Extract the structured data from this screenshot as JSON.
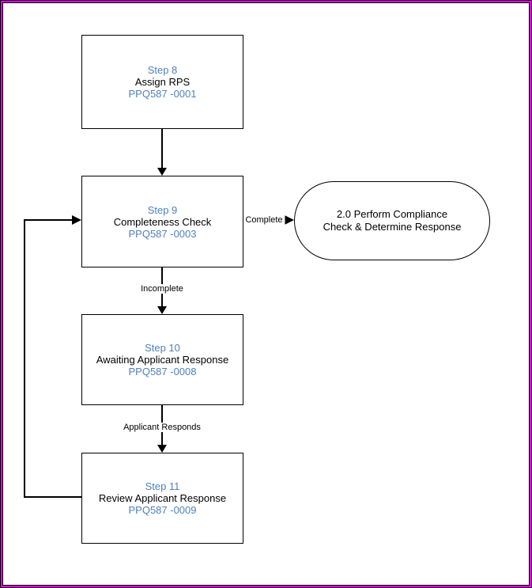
{
  "page": {
    "background": "#ffffff",
    "border_outer_color": "#000000",
    "border_accent_color": "#ff00ff",
    "border_inner_color": "#000000"
  },
  "colors": {
    "link_blue": "#4f81bd",
    "shape_border": "#000000",
    "text_black": "#000000",
    "connector": "#000000"
  },
  "diagram": {
    "nodes": [
      {
        "id": "step8",
        "type": "process-box",
        "step_label": "Step 8",
        "title": "Assign RPS",
        "doc_code": "PPQ587 -0001"
      },
      {
        "id": "step9",
        "type": "process-box",
        "step_label": "Step 9",
        "title": "Completeness Check",
        "doc_code": "PPQ587 -0003"
      },
      {
        "id": "step10",
        "type": "process-box",
        "step_label": "Step 10",
        "title": "Awaiting Applicant Response",
        "doc_code": "PPQ587 -0008"
      },
      {
        "id": "step11",
        "type": "process-box",
        "step_label": "Step 11",
        "title": "Review Applicant Response",
        "doc_code": "PPQ587 -0009"
      },
      {
        "id": "compliance",
        "type": "terminator",
        "line1": "2.0 Perform Compliance",
        "line2": "Check & Determine Response"
      }
    ],
    "edges": [
      {
        "from": "step8",
        "to": "step9",
        "label": ""
      },
      {
        "from": "step9",
        "to": "compliance",
        "label": "Complete"
      },
      {
        "from": "step9",
        "to": "step10",
        "label": "Incomplete"
      },
      {
        "from": "step10",
        "to": "step11",
        "label": "Applicant Responds"
      },
      {
        "from": "step11",
        "to": "step9",
        "label": ""
      }
    ]
  }
}
